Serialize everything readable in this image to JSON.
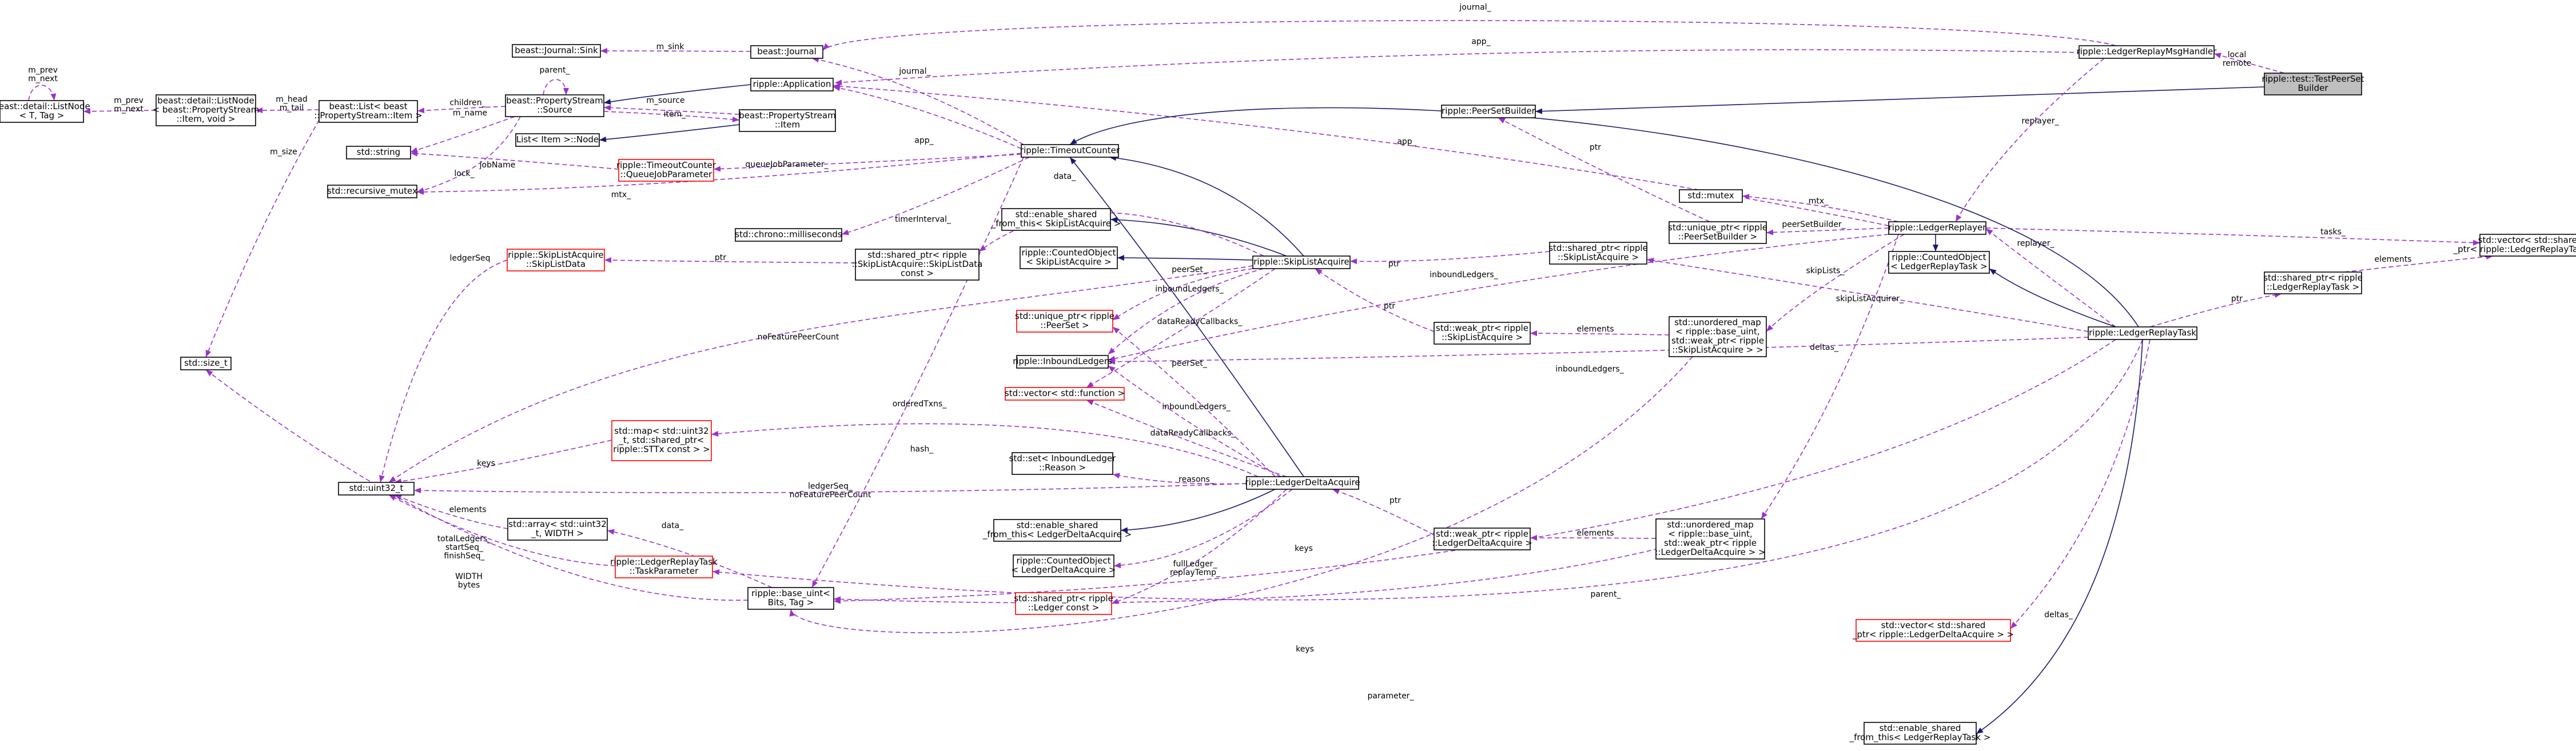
{
  "nodes": [
    {
      "id": "root",
      "label": "ripple::test::TestPeerSet\nBuilder",
      "root": true
    },
    {
      "id": "mh",
      "label": "ripple::LedgerReplayMsgHandler"
    },
    {
      "id": "psb",
      "label": "ripple::PeerSetBuilder"
    },
    {
      "id": "vecTask",
      "label": "std::vector< std::shared\n_ptr< ripple::LedgerReplayTask > >"
    },
    {
      "id": "spTask",
      "label": "std::shared_ptr< ripple\n::LedgerReplayTask >"
    },
    {
      "id": "mutex",
      "label": "std::mutex"
    },
    {
      "id": "replayer",
      "label": "ripple::LedgerReplayer"
    },
    {
      "id": "coTask",
      "label": "ripple::CountedObject\n< LedgerReplayTask >"
    },
    {
      "id": "task",
      "label": "ripple::LedgerReplayTask"
    },
    {
      "id": "upPsb",
      "label": "std::unique_ptr< ripple\n::PeerSetBuilder >"
    },
    {
      "id": "umSkip",
      "label": "std::unordered_map\n< ripple::base_uint,\nstd::weak_ptr< ripple\n::SkipListAcquire > >"
    },
    {
      "id": "spSkip",
      "label": "std::shared_ptr< ripple\n::SkipListAcquire >"
    },
    {
      "id": "wpSkip",
      "label": "std::weak_ptr< ripple\n::SkipListAcquire >"
    },
    {
      "id": "umDelta",
      "label": "std::unordered_map\n< ripple::base_uint,\nstd::weak_ptr< ripple\n::LedgerDeltaAcquire > >"
    },
    {
      "id": "wpDelta",
      "label": "std::weak_ptr< ripple\n::LedgerDeltaAcquire >"
    },
    {
      "id": "vecDelta",
      "label": "std::vector< std::shared\n_ptr< ripple::LedgerDeltaAcquire > >",
      "red": true
    },
    {
      "id": "esTask",
      "label": "std::enable_shared\n_from_this< LedgerReplayTask >"
    },
    {
      "id": "skip",
      "label": "ripple::SkipListAcquire"
    },
    {
      "id": "delta",
      "label": "ripple::LedgerDeltaAcquire"
    },
    {
      "id": "tc",
      "label": "ripple::TimeoutCounter"
    },
    {
      "id": "app",
      "label": "ripple::Application"
    },
    {
      "id": "journal",
      "label": "beast::Journal"
    },
    {
      "id": "sink",
      "label": "beast::Journal::Sink"
    },
    {
      "id": "psSource",
      "label": "beast::PropertyStream\n::Source"
    },
    {
      "id": "psItem",
      "label": "beast::PropertyStream\n::Item"
    },
    {
      "id": "listItemNode",
      "label": "List< Item >::Node"
    },
    {
      "id": "listItem",
      "label": "beast::List< beast\n::PropertyStream::Item >"
    },
    {
      "id": "lnItem",
      "label": "beast::detail::ListNode\n< beast::PropertyStream\n::Item, void >"
    },
    {
      "id": "lnT",
      "label": "beast::detail::ListNode\n< T, Tag >"
    },
    {
      "id": "str",
      "label": "std::string"
    },
    {
      "id": "rmutex",
      "label": "std::recursive_mutex"
    },
    {
      "id": "qjp",
      "label": "ripple::TimeoutCounter\n::QueueJobParameter",
      "red": true
    },
    {
      "id": "ms",
      "label": "std::chrono::milliseconds"
    },
    {
      "id": "size",
      "label": "std::size_t"
    },
    {
      "id": "u32",
      "label": "std::uint32_t"
    },
    {
      "id": "skipData",
      "label": "ripple::SkipListAcquire\n::SkipListData",
      "red": true
    },
    {
      "id": "spSkipData",
      "label": "std::shared_ptr< ripple\n::SkipListAcquire::SkipListData\nconst >"
    },
    {
      "id": "esSkip",
      "label": "std::enable_shared\n_from_this< SkipListAcquire >"
    },
    {
      "id": "coSkip",
      "label": "ripple::CountedObject\n< SkipListAcquire >"
    },
    {
      "id": "upPeerSet",
      "label": "std::unique_ptr< ripple\n::PeerSet >",
      "red": true
    },
    {
      "id": "inbound",
      "label": "ripple::InboundLedgers"
    },
    {
      "id": "vecFn",
      "label": "std::vector< std::function >",
      "red": true
    },
    {
      "id": "mapTx",
      "label": "std::map< std::uint32\n_t, std::shared_ptr<\nripple::STTx const > >",
      "red": true
    },
    {
      "id": "setReason",
      "label": "std::set< InboundLedger\n::Reason >"
    },
    {
      "id": "esDelta",
      "label": "std::enable_shared\n_from_this< LedgerDeltaAcquire >"
    },
    {
      "id": "coDelta",
      "label": "ripple::CountedObject\n< LedgerDeltaAcquire >"
    },
    {
      "id": "spLedger",
      "label": "std::shared_ptr< ripple\n::Ledger const >",
      "red": true
    },
    {
      "id": "arr",
      "label": "std::array< std::uint32\n_t, WIDTH >"
    },
    {
      "id": "taskParam",
      "label": "ripple::LedgerReplayTask\n::TaskParameter",
      "red": true
    },
    {
      "id": "baseUint",
      "label": "ripple::base_uint<\nBits, Tag >"
    }
  ],
  "edges": [
    {
      "id": "e1",
      "kind": "solid",
      "label": ""
    },
    {
      "id": "e2",
      "kind": "dashed",
      "label": "local\nremote"
    },
    {
      "id": "e3",
      "kind": "dashed",
      "label": "journal_"
    },
    {
      "id": "e4",
      "kind": "dashed",
      "label": "app_"
    },
    {
      "id": "e5",
      "kind": "dashed",
      "label": "replayer_"
    },
    {
      "id": "e6",
      "kind": "dashed",
      "label": "tasks_"
    },
    {
      "id": "e7",
      "kind": "dashed",
      "label": "elements"
    },
    {
      "id": "e8",
      "kind": "dashed",
      "label": "ptr"
    },
    {
      "id": "e9",
      "kind": "dashed",
      "label": "mtx_"
    },
    {
      "id": "e10",
      "kind": "dashed",
      "label": "peerSetBuilder_"
    },
    {
      "id": "e11",
      "kind": "dashed",
      "label": "ptr"
    },
    {
      "id": "e12",
      "kind": "dashed",
      "label": "skipLists_"
    },
    {
      "id": "e13",
      "kind": "dashed",
      "label": "elements"
    },
    {
      "id": "e14",
      "kind": "dashed",
      "label": "ptr"
    },
    {
      "id": "e15",
      "kind": "dashed",
      "label": "deltas_"
    },
    {
      "id": "e16",
      "kind": "dashed",
      "label": "elements"
    },
    {
      "id": "e17",
      "kind": "dashed",
      "label": "ptr"
    },
    {
      "id": "e18",
      "kind": "dashed",
      "label": "inboundLedgers_"
    },
    {
      "id": "e19",
      "kind": "dashed",
      "label": "app_"
    },
    {
      "id": "e20",
      "kind": "solid",
      "label": ""
    },
    {
      "id": "e21",
      "kind": "dashed",
      "label": "replayer_"
    },
    {
      "id": "e22",
      "kind": "dashed",
      "label": "skipListAcquirer_"
    },
    {
      "id": "e23",
      "kind": "dashed",
      "label": "inboundLedgers_"
    },
    {
      "id": "e24",
      "kind": "dashed",
      "label": "parent_"
    },
    {
      "id": "e25",
      "kind": "dashed",
      "label": "deltas_"
    },
    {
      "id": "e26",
      "kind": "dashed",
      "label": "parameter_"
    },
    {
      "id": "e27",
      "kind": "solid",
      "label": ""
    },
    {
      "id": "e28",
      "kind": "solid",
      "label": ""
    },
    {
      "id": "e29",
      "kind": "solid",
      "label": ""
    },
    {
      "id": "e30",
      "kind": "solid",
      "label": ""
    },
    {
      "id": "e31",
      "kind": "solid",
      "label": ""
    },
    {
      "id": "e32",
      "kind": "dashed",
      "label": "ptr"
    },
    {
      "id": "e33",
      "kind": "dashed",
      "label": "data_"
    },
    {
      "id": "e34",
      "kind": "dashed",
      "label": "peerSet_"
    },
    {
      "id": "e35",
      "kind": "dashed",
      "label": "inboundLedgers_"
    },
    {
      "id": "e36",
      "kind": "dashed",
      "label": "dataReadyCallbacks_"
    },
    {
      "id": "e37",
      "kind": "solid",
      "label": ""
    },
    {
      "id": "e38",
      "kind": "solid",
      "label": ""
    },
    {
      "id": "e39",
      "kind": "solid",
      "label": ""
    },
    {
      "id": "e40",
      "kind": "dashed",
      "label": "peerSet_"
    },
    {
      "id": "e41",
      "kind": "dashed",
      "label": "inboundLedgers_"
    },
    {
      "id": "e42",
      "kind": "dashed",
      "label": "dataReadyCallbacks_"
    },
    {
      "id": "e43",
      "kind": "dashed",
      "label": "orderedTxns_"
    },
    {
      "id": "e44",
      "kind": "dashed",
      "label": "reasons_"
    },
    {
      "id": "e45",
      "kind": "dashed",
      "label": "ledgerSeq_\nnoFeaturePeerCount"
    },
    {
      "id": "e46",
      "kind": "dashed",
      "label": "fullLedger_\nreplayTemp_"
    },
    {
      "id": "e47",
      "kind": "dashed",
      "label": "ptr"
    },
    {
      "id": "e48",
      "kind": "dashed",
      "label": "hash_"
    },
    {
      "id": "e49",
      "kind": "dashed",
      "label": "app_"
    },
    {
      "id": "e50",
      "kind": "dashed",
      "label": "journal_"
    },
    {
      "id": "e51",
      "kind": "dashed",
      "label": "queueJobParameter_"
    },
    {
      "id": "e52",
      "kind": "dashed",
      "label": "timerInterval_"
    },
    {
      "id": "e53",
      "kind": "dashed",
      "label": "mtx_"
    },
    {
      "id": "e54",
      "kind": "solid",
      "label": ""
    },
    {
      "id": "e55",
      "kind": "dashed",
      "label": "m_sink"
    },
    {
      "id": "e56",
      "kind": "dashed",
      "label": "parent_"
    },
    {
      "id": "e57",
      "kind": "dashed",
      "label": "children_"
    },
    {
      "id": "e58",
      "kind": "dashed",
      "label": "m_name"
    },
    {
      "id": "e59",
      "kind": "dashed",
      "label": "lock_"
    },
    {
      "id": "e60",
      "kind": "dashed",
      "label": "item_"
    },
    {
      "id": "e61",
      "kind": "solid",
      "label": ""
    },
    {
      "id": "e62",
      "kind": "dashed",
      "label": "m_source"
    },
    {
      "id": "e63",
      "kind": "dashed",
      "label": "m_head\nm_tail"
    },
    {
      "id": "e64",
      "kind": "dashed",
      "label": "m_size"
    },
    {
      "id": "e65",
      "kind": "dashed",
      "label": "m_prev\nm_next"
    },
    {
      "id": "e66",
      "kind": "dashed",
      "label": "m_prev\nm_next"
    },
    {
      "id": "e67",
      "kind": "dashed",
      "label": "jobName"
    },
    {
      "id": "e68",
      "kind": "dashed",
      "label": "ptr"
    },
    {
      "id": "e69",
      "kind": "dashed",
      "label": "ledgerSeq"
    },
    {
      "id": "e70",
      "kind": "dashed",
      "label": "keys"
    },
    {
      "id": "e71",
      "kind": "dashed",
      "label": "elements"
    },
    {
      "id": "e72",
      "kind": "dashed",
      "label": "totalLedgers_\nstartSeq_\nfinishSeq_"
    },
    {
      "id": "e73",
      "kind": "dashed",
      "label": "data_"
    },
    {
      "id": "e74",
      "kind": "dashed",
      "label": "WIDTH\nbytes"
    },
    {
      "id": "e75",
      "kind": "dashed",
      "label": "noFeaturePeerCount"
    },
    {
      "id": "e76",
      "kind": "dashed",
      "label": "keys"
    },
    {
      "id": "e77",
      "kind": "dashed",
      "label": "keys"
    }
  ]
}
